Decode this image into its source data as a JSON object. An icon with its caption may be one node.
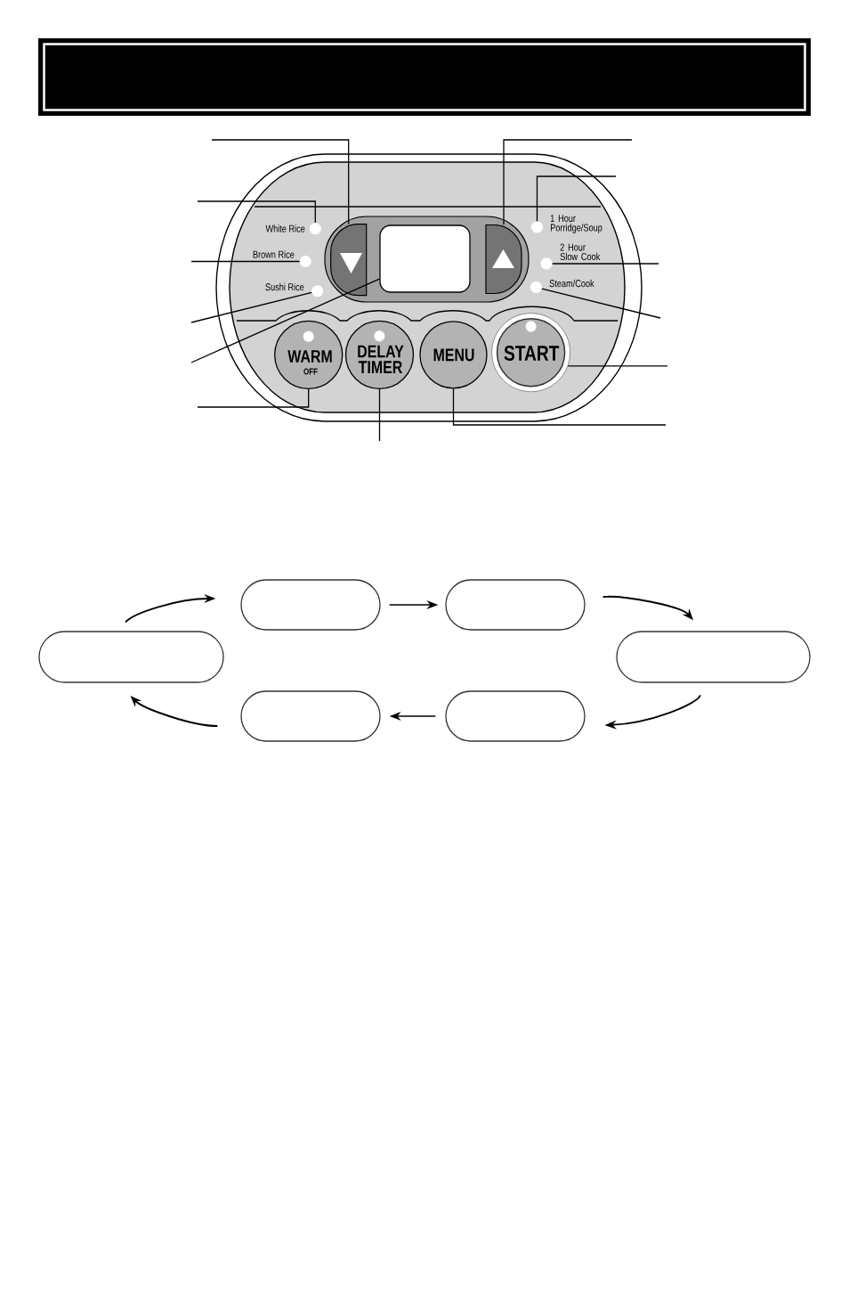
{
  "diagram": {
    "nodes": [
      {
        "text": [],
        "shape": "button"
      },
      {
        "text": [],
        "shape": "circle",
        "beside": [
          "White Rice"
        ]
      },
      {
        "text": [],
        "shape": "circle",
        "beside": [
          "Brown Rice"
        ]
      },
      {
        "text": [],
        "shape": "circle",
        "beside": [
          "Sushi Rice"
        ]
      },
      {
        "text": [],
        "shape": "box"
      },
      {
        "text": [],
        "shape": "button"
      },
      {
        "text": [],
        "shape": "circle",
        "beside": [
          "1 Hour Porridge/Soup"
        ]
      },
      {
        "text": [],
        "shape": "circle",
        "beside": [
          "2 Hour Slow Cook"
        ]
      },
      {
        "text": [],
        "shape": "circle",
        "beside": [
          "Steam/Cook"
        ]
      },
      {
        "text": [
          "WARM",
          "OFF"
        ]
      },
      {
        "text": [
          "DELAY TIMER"
        ]
      },
      {
        "text": [
          "MENU"
        ]
      },
      {
        "text": [
          "START"
        ]
      },
      {
        "text": [],
        "shape": "box"
      },
      {
        "text": [],
        "shape": "box"
      },
      {
        "text": [],
        "shape": "box"
      },
      {
        "text": [],
        "shape": "box"
      },
      {
        "text": [],
        "shape": "box"
      },
      {
        "text": [],
        "shape": "box"
      }
    ],
    "edges": [
      {
        "from": null,
        "to": 0,
        "arrow": "none"
      },
      {
        "from": null,
        "to": 1,
        "arrow": "none"
      },
      {
        "from": null,
        "to": 2,
        "arrow": "none"
      },
      {
        "from": null,
        "to": 3,
        "arrow": "none"
      },
      {
        "from": null,
        "to": 4,
        "arrow": "none"
      },
      {
        "from": null,
        "to": 9,
        "arrow": "none"
      },
      {
        "from": null,
        "to": 10,
        "arrow": "none"
      },
      {
        "from": null,
        "to": 5,
        "arrow": "none"
      },
      {
        "from": null,
        "to": 6,
        "arrow": "none"
      },
      {
        "from": null,
        "to": 7,
        "arrow": "none"
      },
      {
        "from": null,
        "to": 8,
        "arrow": "none"
      },
      {
        "from": null,
        "to": 12,
        "arrow": "none"
      },
      {
        "from": null,
        "to": 11,
        "arrow": "none"
      },
      {
        "from": 15,
        "to": 13,
        "arrow": "to"
      },
      {
        "from": 13,
        "to": 14,
        "arrow": "to"
      },
      {
        "from": 14,
        "to": 16,
        "arrow": "to"
      },
      {
        "from": 16,
        "to": 18,
        "arrow": "to"
      },
      {
        "from": 18,
        "to": 17,
        "arrow": "to"
      },
      {
        "from": 17,
        "to": 15,
        "arrow": "to"
      }
    ]
  }
}
